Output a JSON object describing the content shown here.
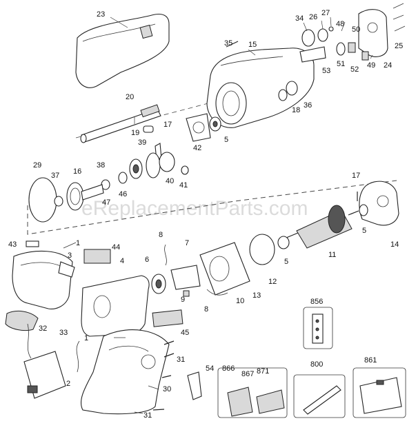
{
  "watermark": "eReplacementParts.com",
  "callouts": {
    "c1a": "1",
    "c1b": "1",
    "c2": "2",
    "c3": "3",
    "c4": "4",
    "c5a": "5",
    "c5b": "5",
    "c5c": "5",
    "c6": "6",
    "c7": "7",
    "c8a": "8",
    "c8b": "8",
    "c9": "9",
    "c10": "10",
    "c11": "11",
    "c12": "12",
    "c13": "13",
    "c14": "14",
    "c15": "15",
    "c16": "16",
    "c17a": "17",
    "c17b": "17",
    "c18": "18",
    "c19": "19",
    "c20": "20",
    "c23": "23",
    "c24": "24",
    "c25": "25",
    "c26": "26",
    "c27": "27",
    "c29": "29",
    "c30": "30",
    "c31a": "31",
    "c31b": "31",
    "c32": "32",
    "c33": "33",
    "c34": "34",
    "c35": "35",
    "c36": "36",
    "c37": "37",
    "c38": "38",
    "c39": "39",
    "c40": "40",
    "c41": "41",
    "c42": "42",
    "c43": "43",
    "c44": "44",
    "c45": "45",
    "c46": "46",
    "c47": "47",
    "c48": "48",
    "c49": "49",
    "c50": "50",
    "c51": "51",
    "c52": "52",
    "c53": "53",
    "c54": "54",
    "c800": "800",
    "c856": "856",
    "c861": "861",
    "c866": "866",
    "c867": "867",
    "c871": "871"
  }
}
